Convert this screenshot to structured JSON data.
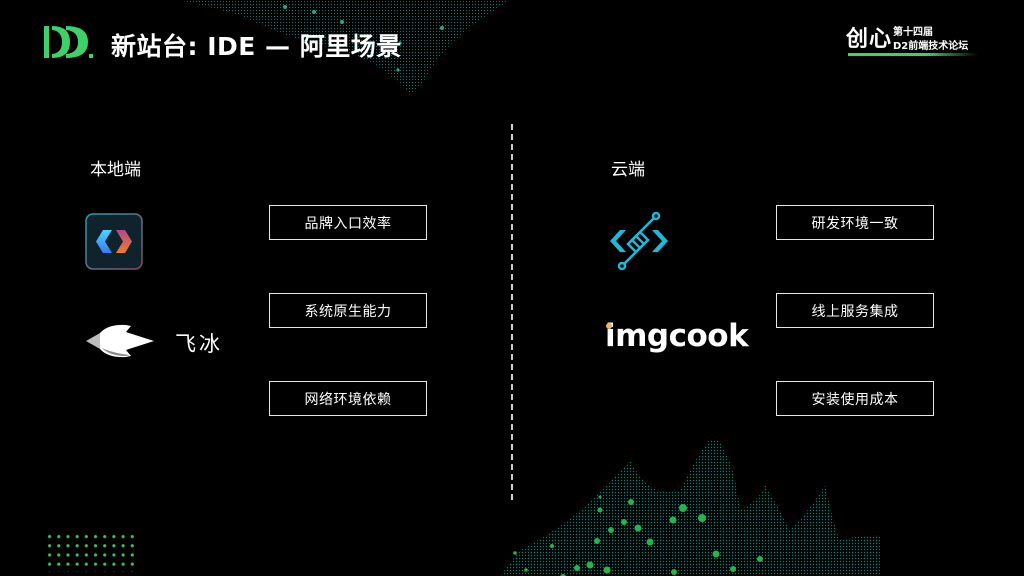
{
  "header": {
    "title": "新站台: IDE — 阿里场景",
    "logo": "d2-logo-icon",
    "brand": {
      "main": "创心",
      "line1": "第十四届",
      "line2": "D2前端技术论坛"
    }
  },
  "left": {
    "heading": "本地端",
    "products": [
      {
        "name": "vscode-like-ide",
        "icon": "code-brackets-app-icon"
      },
      {
        "name": "飞冰",
        "icon": "ice-rocket-icon"
      }
    ],
    "points": [
      "品牌入口效率",
      "系统原生能力",
      "网络环境依赖"
    ]
  },
  "right": {
    "heading": "云端",
    "products": [
      {
        "name": "cloud-ide",
        "icon": "circuit-code-icon"
      },
      {
        "name": "imgcook",
        "icon": "imgcook-logo"
      }
    ],
    "points": [
      "研发环境一致",
      "线上服务集成",
      "安装使用成本"
    ]
  },
  "colors": {
    "background": "#000000",
    "accent_green": "#3fd06a",
    "teal": "#1aa39a",
    "cyan_icon": "#1fb8d8"
  }
}
